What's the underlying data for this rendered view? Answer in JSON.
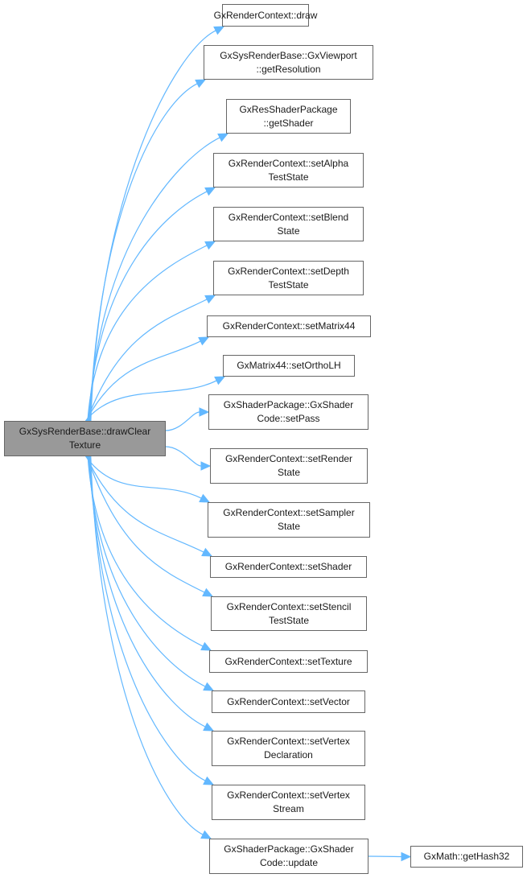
{
  "diagram": {
    "type": "call-graph",
    "edge_color": "#63b8ff",
    "node_border_color": "#666666",
    "root_fill_color": "#999999",
    "root": {
      "id": "root",
      "lines": [
        "GxSysRenderBase::drawClear",
        "Texture"
      ]
    },
    "nodes": [
      {
        "id": "draw",
        "lines": [
          "GxRenderContext::draw"
        ]
      },
      {
        "id": "getResolution",
        "lines": [
          "GxSysRenderBase::GxViewport",
          "::getResolution"
        ]
      },
      {
        "id": "getShader",
        "lines": [
          "GxResShaderPackage",
          "::getShader"
        ]
      },
      {
        "id": "setAlphaTestState",
        "lines": [
          "GxRenderContext::setAlpha",
          "TestState"
        ]
      },
      {
        "id": "setBlendState",
        "lines": [
          "GxRenderContext::setBlend",
          "State"
        ]
      },
      {
        "id": "setDepthTestState",
        "lines": [
          "GxRenderContext::setDepth",
          "TestState"
        ]
      },
      {
        "id": "setMatrix44",
        "lines": [
          "GxRenderContext::setMatrix44"
        ]
      },
      {
        "id": "setOrthoLH",
        "lines": [
          "GxMatrix44::setOrthoLH"
        ]
      },
      {
        "id": "setPass",
        "lines": [
          "GxShaderPackage::GxShader",
          "Code::setPass"
        ]
      },
      {
        "id": "setRenderState",
        "lines": [
          "GxRenderContext::setRender",
          "State"
        ]
      },
      {
        "id": "setSamplerState",
        "lines": [
          "GxRenderContext::setSampler",
          "State"
        ]
      },
      {
        "id": "setShader",
        "lines": [
          "GxRenderContext::setShader"
        ]
      },
      {
        "id": "setStencilTestState",
        "lines": [
          "GxRenderContext::setStencil",
          "TestState"
        ]
      },
      {
        "id": "setTexture",
        "lines": [
          "GxRenderContext::setTexture"
        ]
      },
      {
        "id": "setVector",
        "lines": [
          "GxRenderContext::setVector"
        ]
      },
      {
        "id": "setVertexDeclaration",
        "lines": [
          "GxRenderContext::setVertex",
          "Declaration"
        ]
      },
      {
        "id": "setVertexStream",
        "lines": [
          "GxRenderContext::setVertex",
          "Stream"
        ]
      },
      {
        "id": "update",
        "lines": [
          "GxShaderPackage::GxShader",
          "Code::update"
        ]
      },
      {
        "id": "getHash32",
        "lines": [
          "GxMath::getHash32"
        ]
      }
    ],
    "edges": [
      {
        "from": "root",
        "to": "draw"
      },
      {
        "from": "root",
        "to": "getResolution"
      },
      {
        "from": "root",
        "to": "getShader"
      },
      {
        "from": "root",
        "to": "setAlphaTestState"
      },
      {
        "from": "root",
        "to": "setBlendState"
      },
      {
        "from": "root",
        "to": "setDepthTestState"
      },
      {
        "from": "root",
        "to": "setMatrix44"
      },
      {
        "from": "root",
        "to": "setOrthoLH"
      },
      {
        "from": "root",
        "to": "setPass"
      },
      {
        "from": "root",
        "to": "setRenderState"
      },
      {
        "from": "root",
        "to": "setSamplerState"
      },
      {
        "from": "root",
        "to": "setShader"
      },
      {
        "from": "root",
        "to": "setStencilTestState"
      },
      {
        "from": "root",
        "to": "setTexture"
      },
      {
        "from": "root",
        "to": "setVector"
      },
      {
        "from": "root",
        "to": "setVertexDeclaration"
      },
      {
        "from": "root",
        "to": "setVertexStream"
      },
      {
        "from": "root",
        "to": "update"
      },
      {
        "from": "update",
        "to": "getHash32"
      }
    ]
  }
}
